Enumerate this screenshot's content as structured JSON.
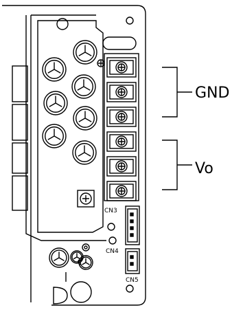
{
  "labels": {
    "gnd": "GND",
    "vo": "Vo",
    "cn3": "CN3",
    "cn4": "CN4",
    "cn5": "CN5"
  },
  "icons": {
    "capacitor": "capacitor-icon",
    "terminal_screw": "terminal-screw-icon",
    "adjust_pot": "trim-pot-icon"
  },
  "terminals": [
    {
      "group": "gnd"
    },
    {
      "group": "gnd"
    },
    {
      "group": "gnd"
    },
    {
      "group": "vo"
    },
    {
      "group": "vo"
    },
    {
      "group": "vo"
    }
  ]
}
